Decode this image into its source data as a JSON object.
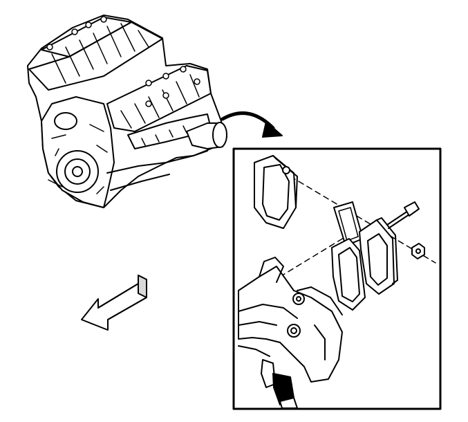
{
  "diagram": {
    "components": [
      {
        "id": "engine",
        "name": "engine-assembly"
      },
      {
        "id": "detail",
        "name": "exhaust-pipe-gasket-detail"
      }
    ],
    "colors": {
      "ink": "#000000",
      "paper": "#ffffff",
      "shade": "#d9d9d9"
    },
    "icons": {
      "callout_arrow": "curved-arrow-icon",
      "direction_arrow": "front-of-vehicle-arrow-icon"
    }
  }
}
